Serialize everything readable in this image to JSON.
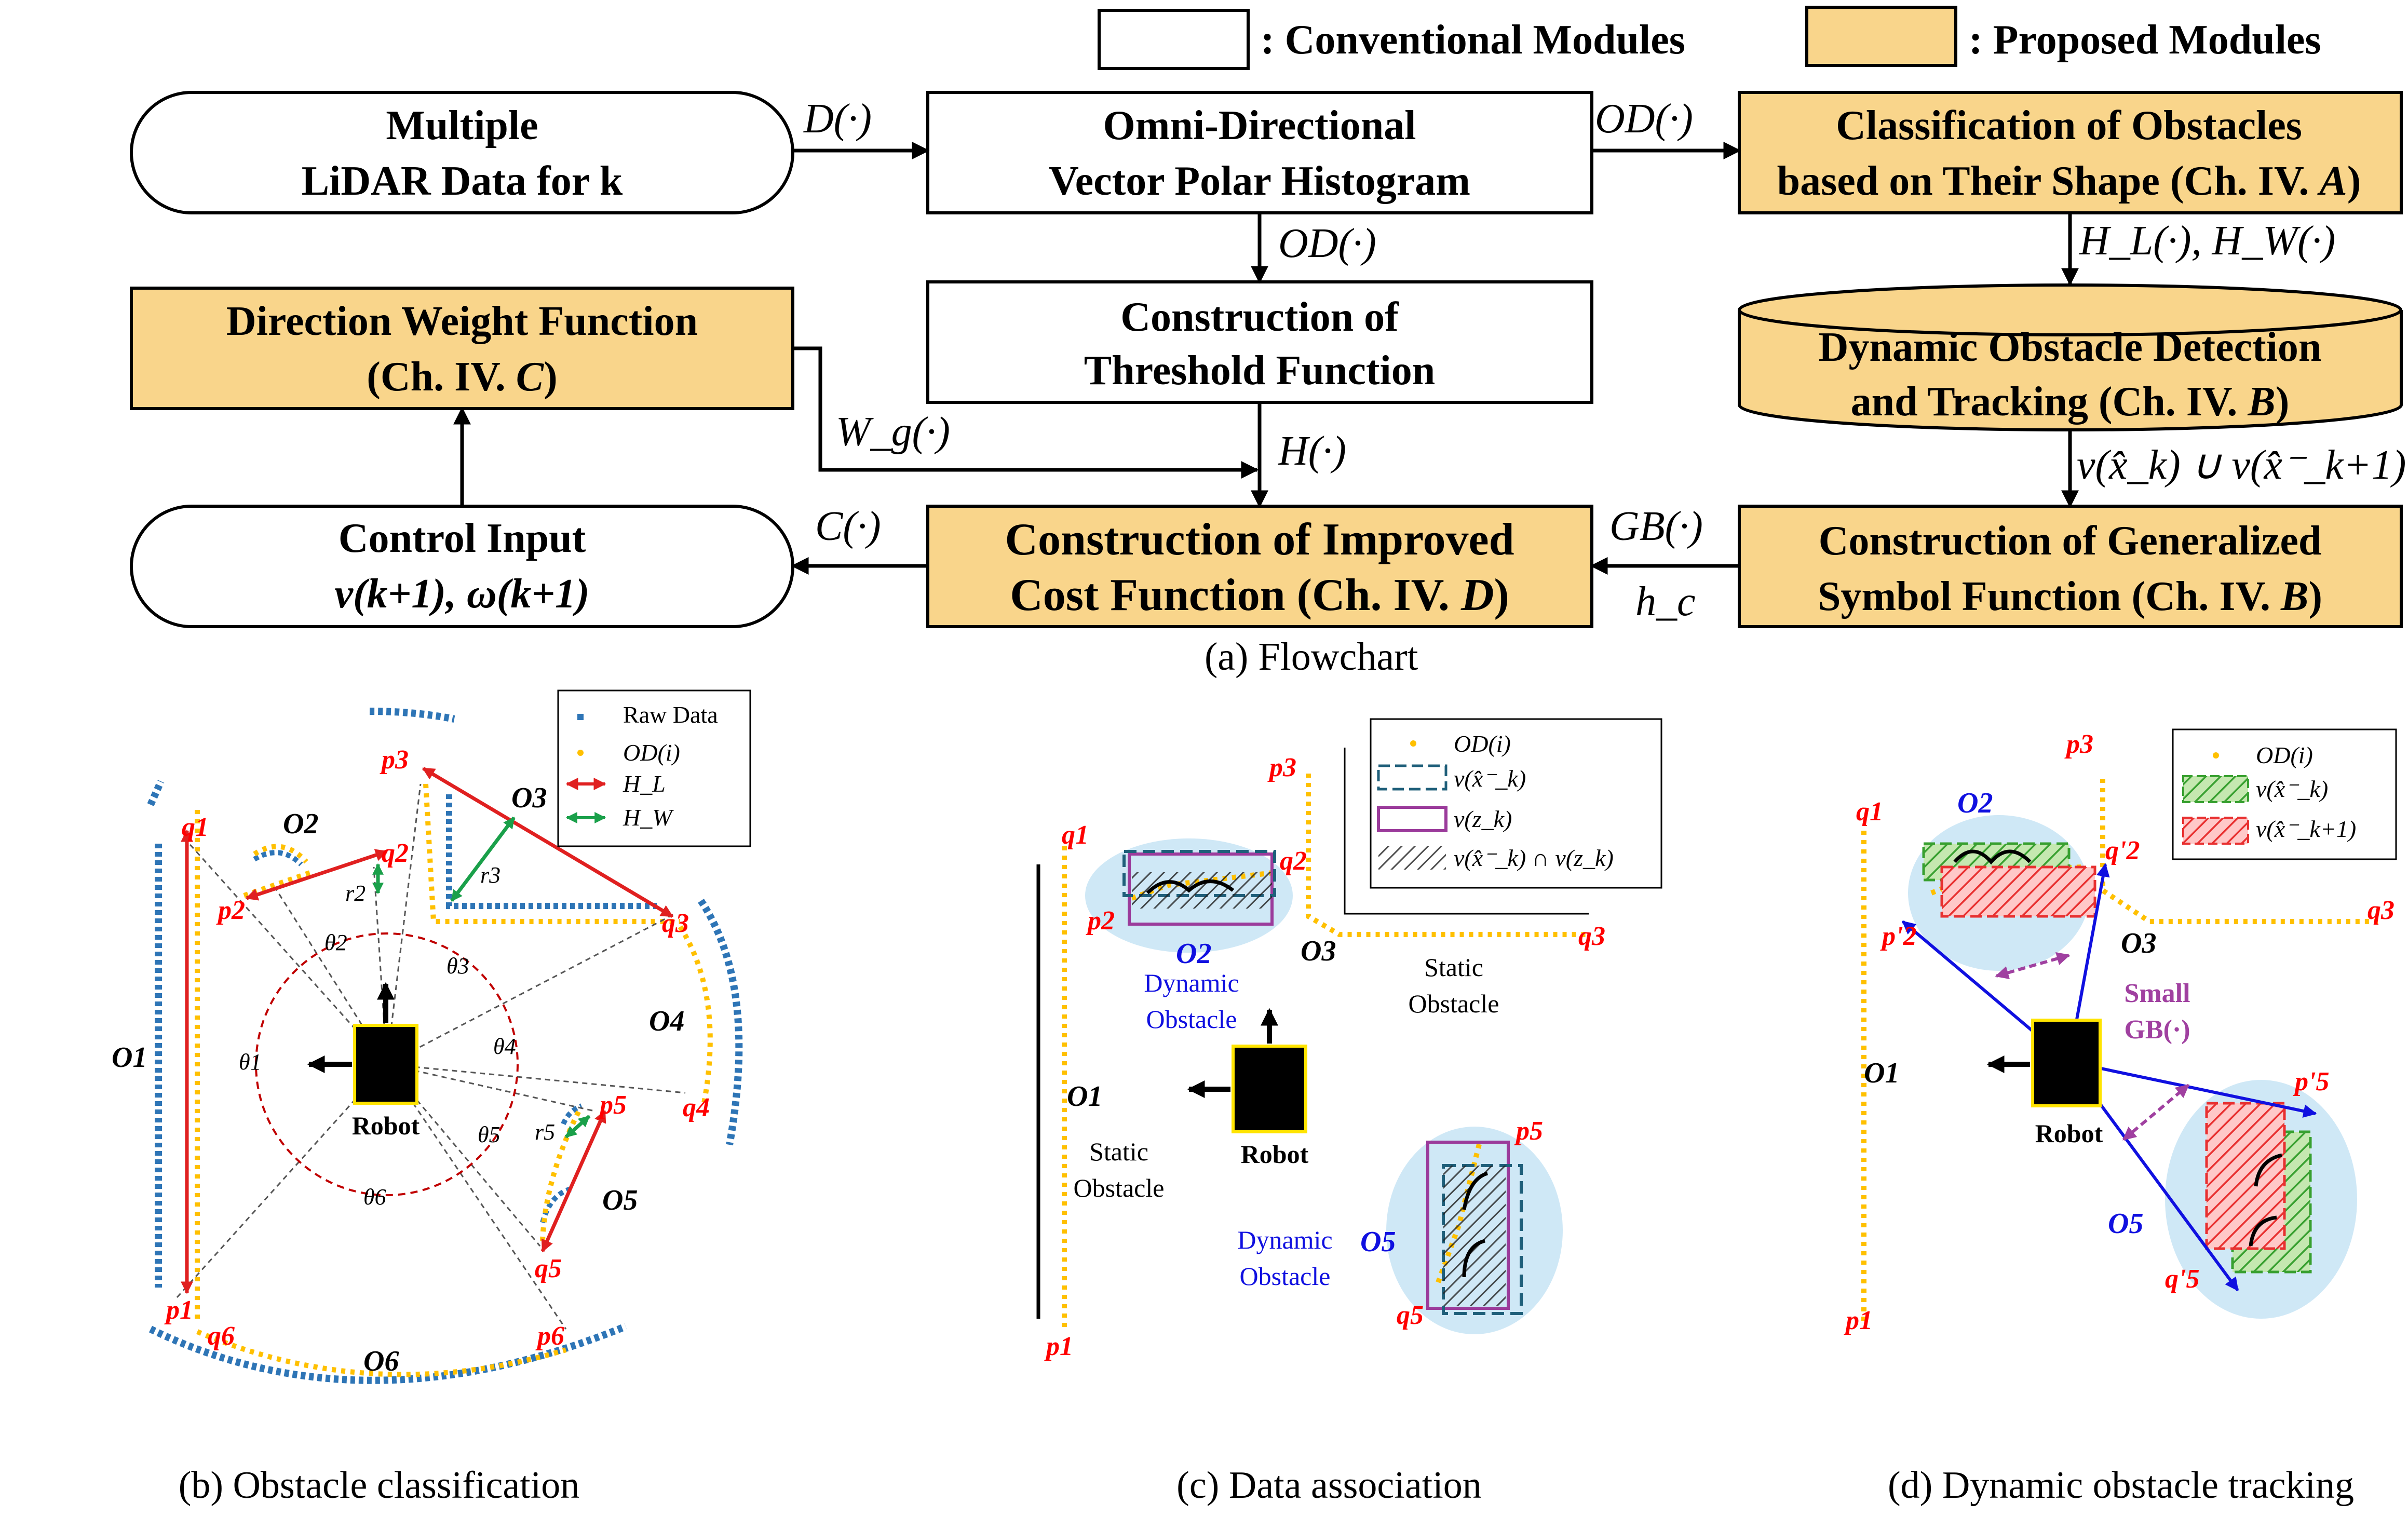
{
  "legend": {
    "conventional": ": Conventional Modules",
    "proposed": ": Proposed Modules"
  },
  "colors": {
    "proposed_fill": "#f9d58b",
    "raw_data": "#2e75b6",
    "od_points": "#ffc000",
    "point_label": "#ff0000",
    "obstacle_region": "#cfe8f6",
    "h_l": "#e02020",
    "h_w": "#1aa04a",
    "prior_box": "#1f5f7a",
    "meas_box": "#9b3b9b",
    "blue": "#1010e0",
    "gb": "#a040a0"
  },
  "flowchart": {
    "lidar": [
      "Multiple",
      "LiDAR Data for k"
    ],
    "ovph": [
      "Omni-Directional",
      "Vector Polar  Histogram"
    ],
    "classification": [
      "Classification of Obstacles",
      "based on Their Shape (Ch. IV. ",
      "A",
      ")"
    ],
    "threshold": [
      "Construction of",
      "Threshold Function"
    ],
    "direction": [
      "Direction Weight Function",
      "(Ch. IV. ",
      "C",
      ")"
    ],
    "detection": [
      "Dynamic Obstacle Detection",
      "and Tracking (Ch. IV. ",
      "B",
      ")"
    ],
    "control": [
      "Control Input"
    ],
    "control_sub": "v(k+1), ω(k+1)",
    "cost": [
      "Construction of Improved",
      "Cost Function (Ch. IV. ",
      "D",
      ")"
    ],
    "symbol": [
      "Construction of Generalized",
      "Symbol Function (Ch. IV. ",
      "B",
      ")"
    ],
    "edge_labels": {
      "d": "D(·)",
      "od_right": "OD(·)",
      "od_down": "OD(·)",
      "hl_hw": "H_L(·), H_W(·)",
      "wg": "W_g(·)",
      "h": "H(·)",
      "union": "v(x̂_k) ∪ v(x̂⁻_k+1)",
      "c": "C(·)",
      "gb": "GB(·)",
      "hc": "h_c"
    },
    "caption": "(a) Flowchart"
  },
  "panel_b": {
    "caption": "(b) Obstacle classification",
    "legend": [
      "Raw Data",
      "OD(i)",
      "H_L",
      "H_W"
    ],
    "robot": "Robot",
    "obstacles": [
      "O1",
      "O2",
      "O3",
      "O4",
      "O5",
      "O6"
    ],
    "points": [
      "p1",
      "q1",
      "p2",
      "q2",
      "p3",
      "q3",
      "q4",
      "p5",
      "q5",
      "q6",
      "p6"
    ],
    "angles": [
      "θ1",
      "θ2",
      "θ3",
      "θ4",
      "θ5",
      "θ6"
    ],
    "radii": [
      "r2",
      "r3",
      "r5"
    ]
  },
  "panel_c": {
    "caption": "(c) Data association",
    "legend": [
      "OD(i)",
      "v(x̂⁻_k)",
      "v(z_k)",
      "v(x̂⁻_k) ∩ v(z_k)"
    ],
    "robot": "Robot",
    "dynamic": [
      "Dynamic",
      "Obstacle"
    ],
    "static": [
      "Static",
      "Obstacle"
    ],
    "points": [
      "p1",
      "q1",
      "p2",
      "q2",
      "p3",
      "q3",
      "p5",
      "q5"
    ],
    "obstacles": [
      "O1",
      "O2",
      "O3",
      "O5"
    ]
  },
  "panel_d": {
    "caption": "(d) Dynamic obstacle tracking",
    "legend": [
      "OD(i)",
      "v(x̂⁻_k)",
      "v(x̂⁻_k+1)"
    ],
    "robot": "Robot",
    "small_gb": [
      "Small",
      "GB(·)"
    ],
    "points": [
      "q1",
      "p1",
      "p3",
      "q3",
      "p'2",
      "q'2",
      "p'5",
      "q'5"
    ],
    "obstacles": [
      "O1",
      "O2",
      "O3",
      "O5"
    ]
  }
}
